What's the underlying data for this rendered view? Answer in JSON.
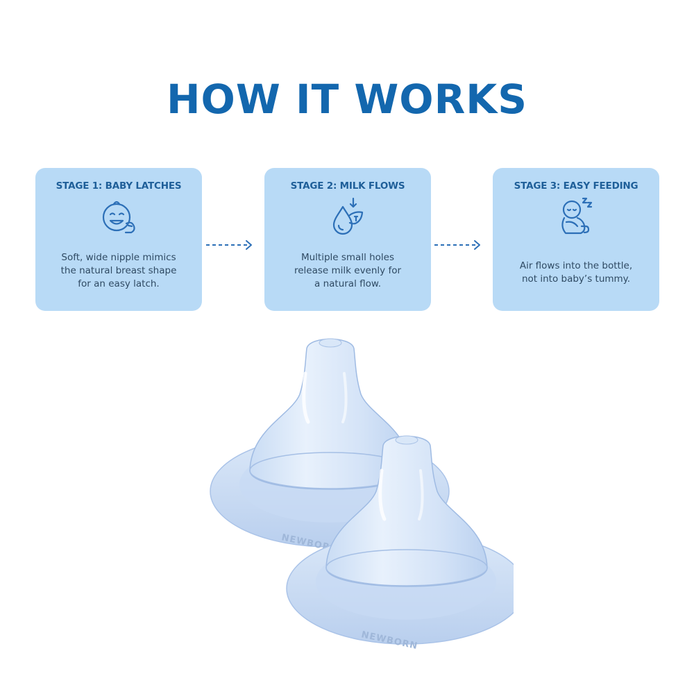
{
  "heading": "HOW IT WORKS",
  "stages": [
    {
      "title": "STAGE 1: BABY LATCHES",
      "icon": "baby-face-icon",
      "description": [
        "Soft, wide nipple mimics",
        "the natural breast shape",
        "for an easy latch."
      ]
    },
    {
      "title": "STAGE 2: MILK FLOWS",
      "icon": "milk-drop-icon",
      "description": [
        "Multiple small holes",
        "release milk evenly for",
        "a natural flow."
      ]
    },
    {
      "title": "STAGE 3: EASY FEEDING",
      "icon": "sleeping-baby-icon",
      "description": [
        "Air flows into the bottle,",
        "not into baby’s tummy."
      ]
    }
  ],
  "arrows": [
    "dashed-arrow-right-icon",
    "dashed-arrow-right-icon"
  ],
  "product": {
    "imprint": "NEWBORN"
  },
  "colors": {
    "heading": "#1367ae",
    "card_background": "#b8daf6",
    "card_title": "#1f5f99",
    "card_text": "#2f4a63",
    "icon_stroke": "#2c6fb7"
  }
}
